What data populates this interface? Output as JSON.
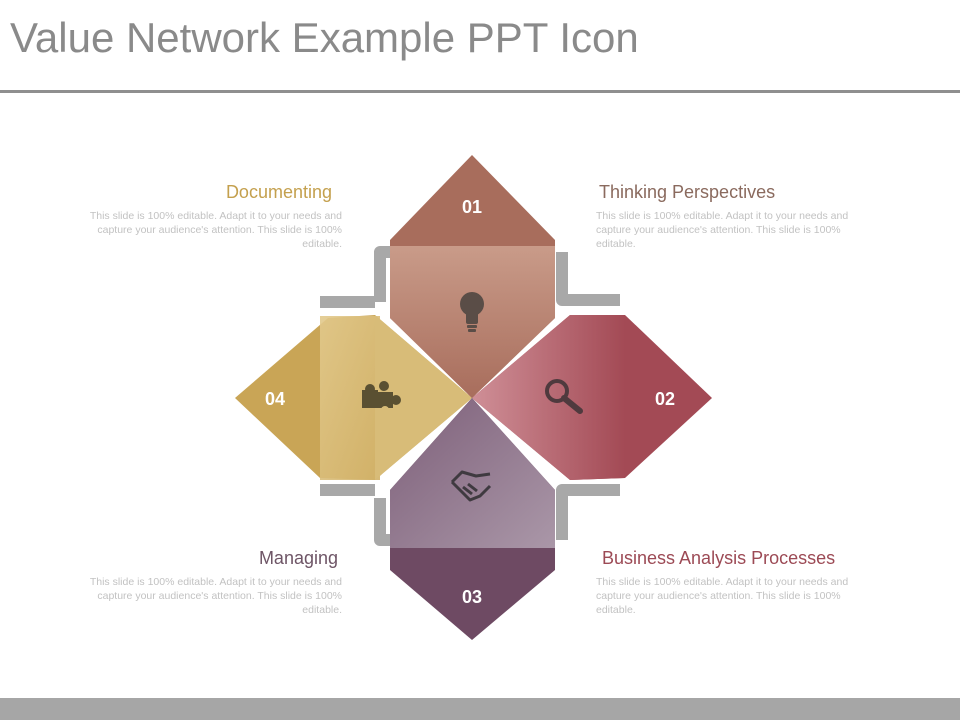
{
  "title": "Value Network Example PPT Icon",
  "segments": [
    {
      "number": "01",
      "heading": "Thinking  Perspectives",
      "icon": "lightbulb-icon",
      "color": "#a86d5c",
      "heading_color": "#8a6a5e"
    },
    {
      "number": "02",
      "heading": "Business Analysis Processes",
      "icon": "magnifier-icon",
      "color": "#a34a55",
      "heading_color": "#9c4a55"
    },
    {
      "number": "03",
      "heading": "Managing",
      "icon": "handshake-icon",
      "color": "#6e4a63",
      "heading_color": "#6e5566"
    },
    {
      "number": "04",
      "heading": "Documenting",
      "icon": "puzzle-icon",
      "color": "#c9a556",
      "heading_color": "#c4a04e"
    }
  ],
  "description": "This slide is 100% editable. Adapt it to your needs and capture your audience's attention. This slide is 100% editable."
}
